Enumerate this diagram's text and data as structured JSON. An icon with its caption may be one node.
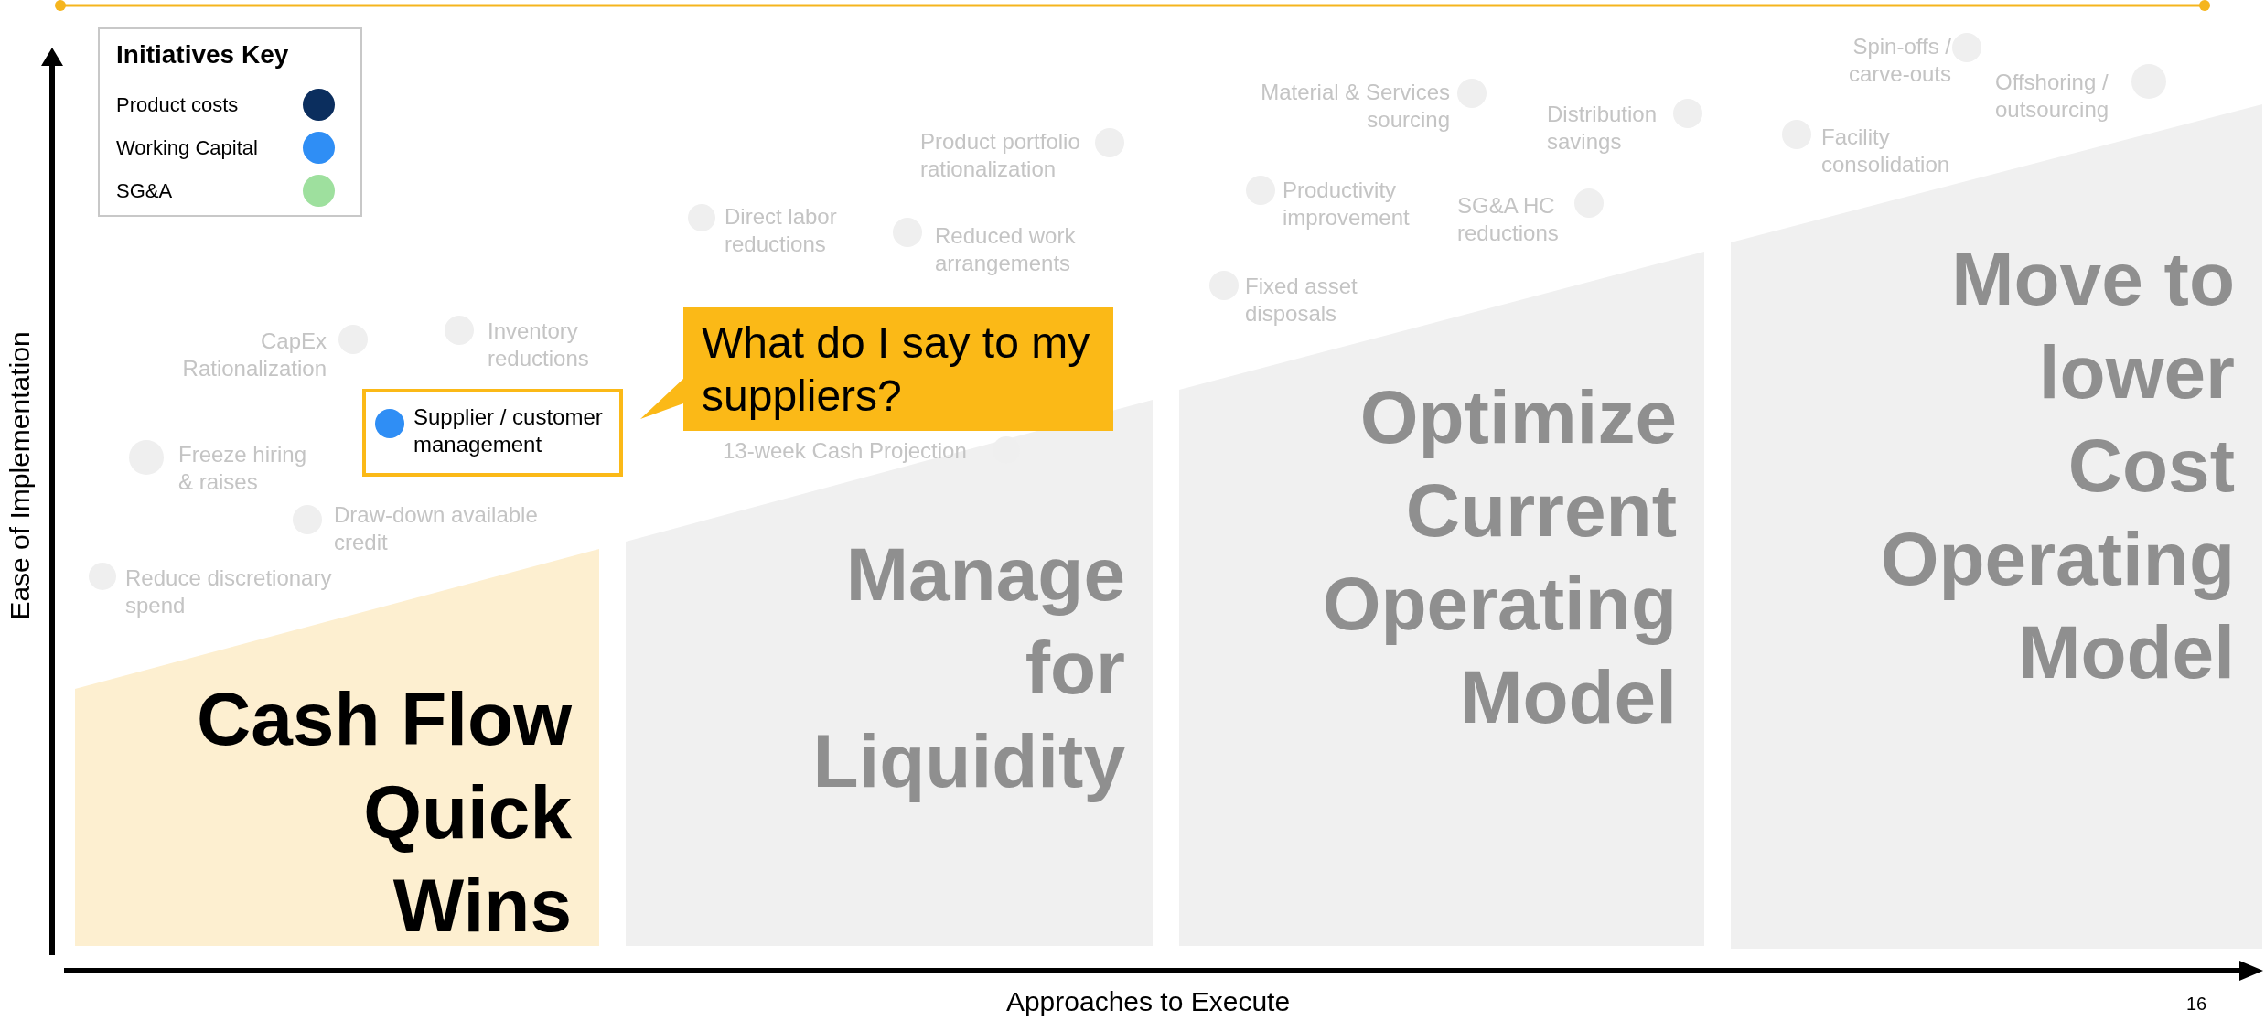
{
  "diagram": {
    "nodes": [
      {
        "text": [
          "Cash Flow Quick Wins"
        ]
      },
      {
        "text": [
          "Manage for Liquidity"
        ]
      },
      {
        "text": [
          "Optimize Current Operating Model"
        ]
      },
      {
        "text": [
          "Move to lower Cost Operating Model"
        ]
      },
      {
        "text": [
          "Supplier / customer management"
        ]
      },
      {
        "text": [
          "What do I say to my suppliers?"
        ]
      }
    ],
    "edges": [],
    "labels": [
      "Initiatives Key",
      "Reduce discretionary spend",
      "Draw-down available credit",
      "Freeze hiring & raises",
      "CapEx Rationalization",
      "Inventory reductions",
      "13-week Cash Projection",
      "Direct labor reductions",
      "Reduced work arrangements",
      "Product portfolio rationalization",
      "Material & Services sourcing",
      "Productivity improvement",
      "Fixed asset disposals",
      "SG&A HC reductions",
      "Distribution savings",
      "Spin-offs / carve-outs",
      "Offshoring / outsourcing",
      "Facility consolidation",
      "Ease of Implementation",
      "Approaches to Execute",
      "16"
    ],
    "legend": [
      {
        "text": "Product costs",
        "color": "#0b2e5e"
      },
      {
        "text": "Working Capital",
        "color": "#2f8ef5"
      },
      {
        "text": "SG&A",
        "color": "#9ee09e"
      }
    ]
  }
}
